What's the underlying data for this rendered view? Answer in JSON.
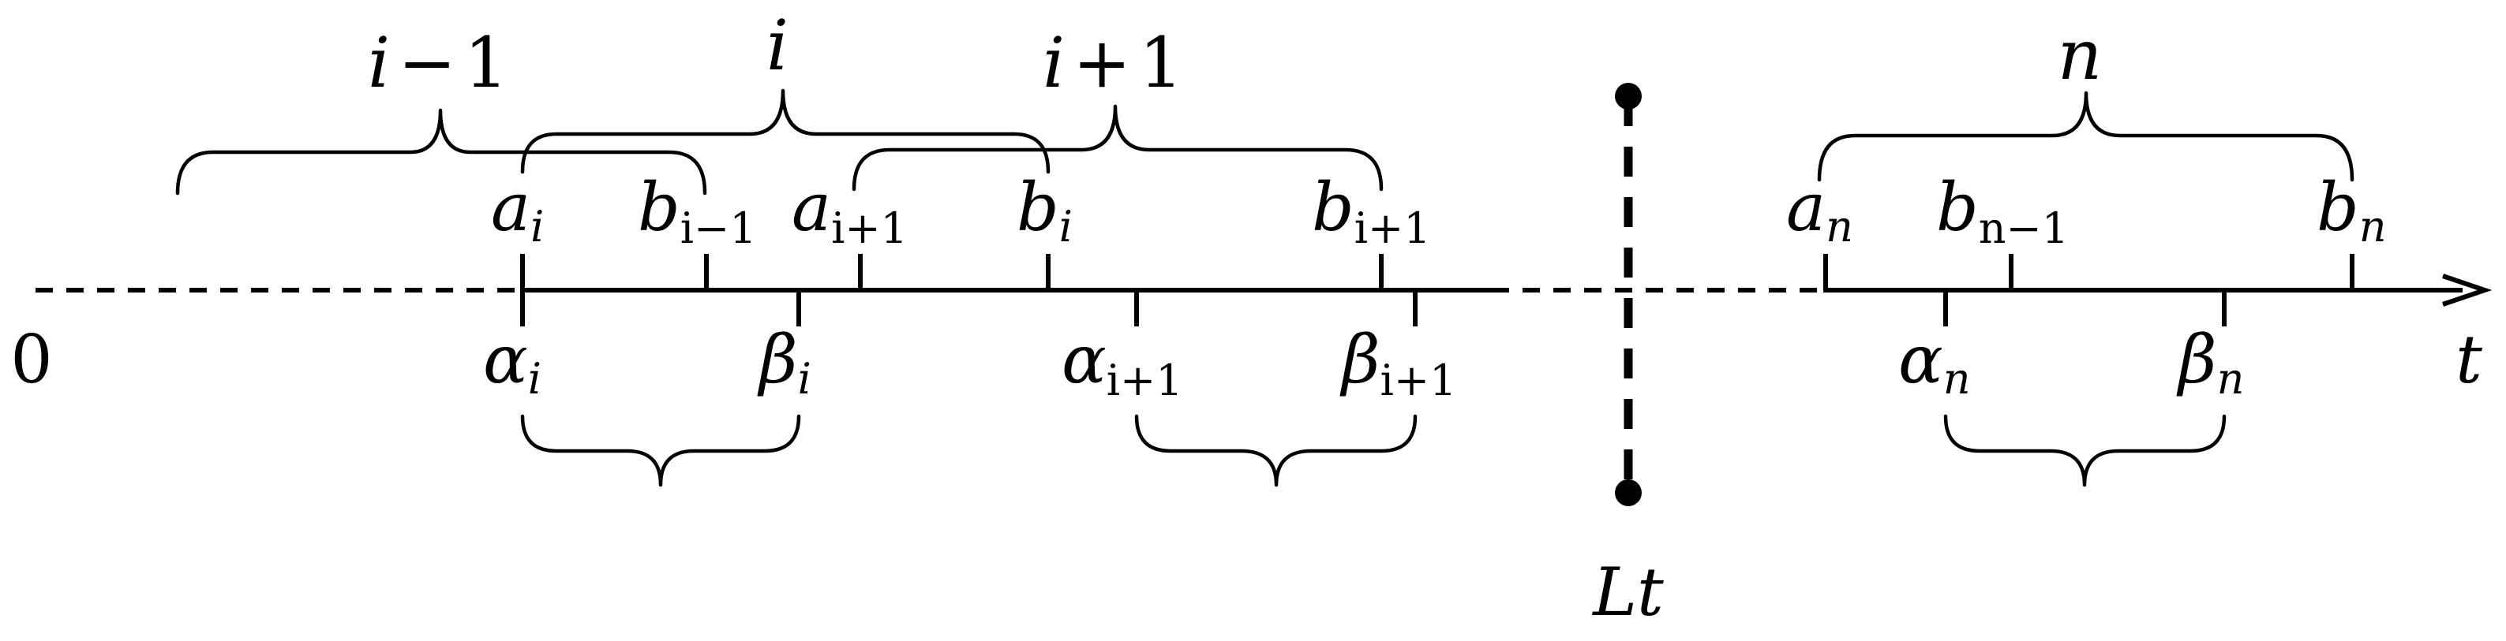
{
  "origin_label": "0",
  "axis_label": "t",
  "cut_label": "Lt",
  "top_groups": [
    {
      "name": "i-1",
      "base": "i",
      "op": "−",
      "num": "1"
    },
    {
      "name": "i",
      "base": "i",
      "op": "",
      "num": ""
    },
    {
      "name": "i+1",
      "base": "i",
      "op": "+",
      "num": "1"
    },
    {
      "name": "n",
      "base": "n",
      "op": "",
      "num": ""
    }
  ],
  "upper_ticks": [
    {
      "name": "a-i",
      "main": "a",
      "sub": "i"
    },
    {
      "name": "b-i-minus-1",
      "main": "b",
      "sub": "i−1"
    },
    {
      "name": "a-i-plus-1",
      "main": "a",
      "sub": "i+1"
    },
    {
      "name": "b-i",
      "main": "b",
      "sub": "i"
    },
    {
      "name": "b-i-plus-1",
      "main": "b",
      "sub": "i+1"
    },
    {
      "name": "a-n",
      "main": "a",
      "sub": "n"
    },
    {
      "name": "b-n-minus-1",
      "main": "b",
      "sub": "n−1"
    },
    {
      "name": "b-n",
      "main": "b",
      "sub": "n"
    }
  ],
  "lower_ticks": [
    {
      "name": "alpha-i",
      "main": "α",
      "sub": "i"
    },
    {
      "name": "beta-i",
      "main": "β",
      "sub": "i"
    },
    {
      "name": "alpha-i-plus-1",
      "main": "α",
      "sub": "i+1"
    },
    {
      "name": "beta-i-plus-1",
      "main": "β",
      "sub": "i+1"
    },
    {
      "name": "alpha-n",
      "main": "α",
      "sub": "n"
    },
    {
      "name": "beta-n",
      "main": "β",
      "sub": "n"
    }
  ]
}
